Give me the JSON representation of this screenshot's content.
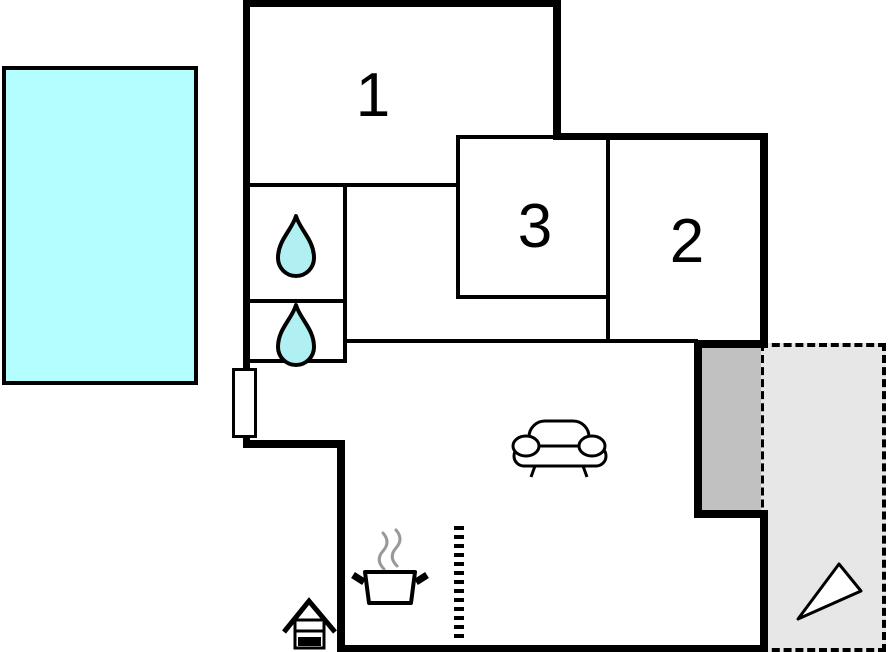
{
  "plan": {
    "rooms": {
      "room1": {
        "label": "1"
      },
      "room2": {
        "label": "2"
      },
      "room3": {
        "label": "3"
      }
    },
    "colors": {
      "wall": "#000000",
      "paper": "#ffffff",
      "pool": "#b5feff",
      "drop": "#b0f0f3",
      "terrace": "#e7e7e7",
      "niche": "#c1c1c1",
      "steam": "#999999"
    },
    "features": {
      "pool": "swimming-pool",
      "terrace": "terrace-dashed-area",
      "niche": "covered-entrance-recess",
      "door": "entrance-door-window",
      "bath_icons": [
        "water-drop-icon",
        "water-drop-icon"
      ],
      "living_icon": "sofa-icon",
      "kitchen_icon": "cooking-pot-icon",
      "outdoor_icon": "house-icon",
      "terrace_icon": "compass-arrow-icon",
      "divider_icon": "dashed-divider-line"
    }
  }
}
